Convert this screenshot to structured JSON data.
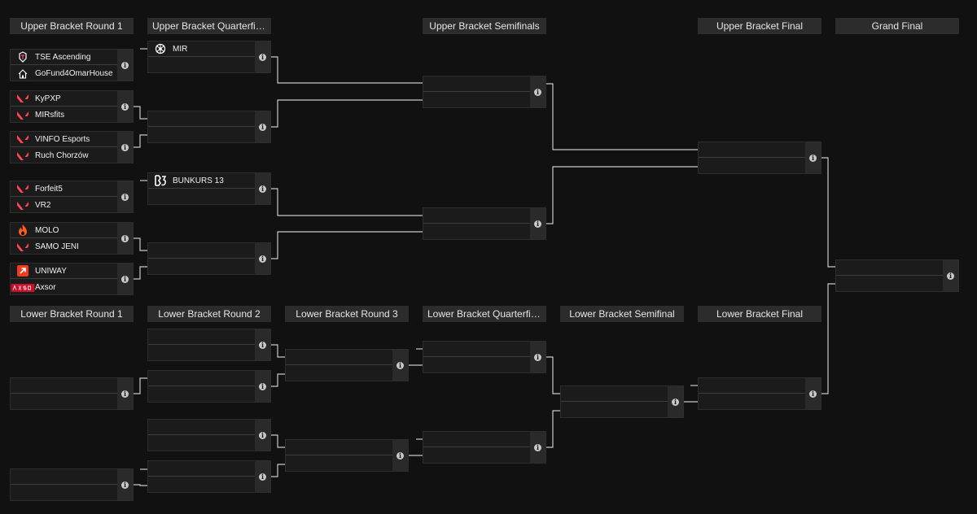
{
  "round_headers": {
    "ub_r1": "Upper Bracket Round 1",
    "ub_qf": "Upper Bracket Quarterfinals",
    "ub_sf": "Upper Bracket Semifinals",
    "ub_f": "Upper Bracket Final",
    "gf": "Grand Final",
    "lb_r1": "Lower Bracket Round 1",
    "lb_r2": "Lower Bracket Round 2",
    "lb_r3": "Lower Bracket Round 3",
    "lb_qf": "Lower Bracket Quarterfinals",
    "lb_sf": "Lower Bracket Semifinal",
    "lb_f": "Lower Bracket Final"
  },
  "info_symbol": "i",
  "teams": {
    "tse": {
      "name": "TSE Ascending",
      "icon": "tse-logo-icon"
    },
    "gofund": {
      "name": "GoFund4OmarHouse",
      "icon": "house-icon"
    },
    "kypxp": {
      "name": "KyPXP",
      "icon": "valorant-icon"
    },
    "mirsfits": {
      "name": "MIRsfits",
      "icon": "valorant-icon"
    },
    "vinfo": {
      "name": "VINFO Esports",
      "icon": "valorant-icon"
    },
    "ruch": {
      "name": "Ruch Chorzów",
      "icon": "valorant-icon"
    },
    "forfeit5": {
      "name": "Forfeit5",
      "icon": "valorant-icon"
    },
    "vr2": {
      "name": "VR2",
      "icon": "valorant-icon"
    },
    "molo": {
      "name": "MOLO",
      "icon": "flame-icon"
    },
    "samo": {
      "name": "SAMO JENI",
      "icon": "valorant-icon"
    },
    "uniway": {
      "name": "UNIWAY",
      "icon": "uniway-logo-icon"
    },
    "axsor": {
      "name": "Axsor",
      "icon": "axsor-logo-icon"
    },
    "mir": {
      "name": "MIR",
      "icon": "mir-logo-icon"
    },
    "bunkurs": {
      "name": "BUNKURS 13",
      "icon": "b13-logo-icon"
    }
  },
  "colors": {
    "background": "#111111",
    "header_bg": "#2c2c2c",
    "match_bg": "#1b1b1b",
    "connector": "#c8c8c8",
    "valorant_red": "#ff4655",
    "flame_orange": "#ff5a1f"
  }
}
